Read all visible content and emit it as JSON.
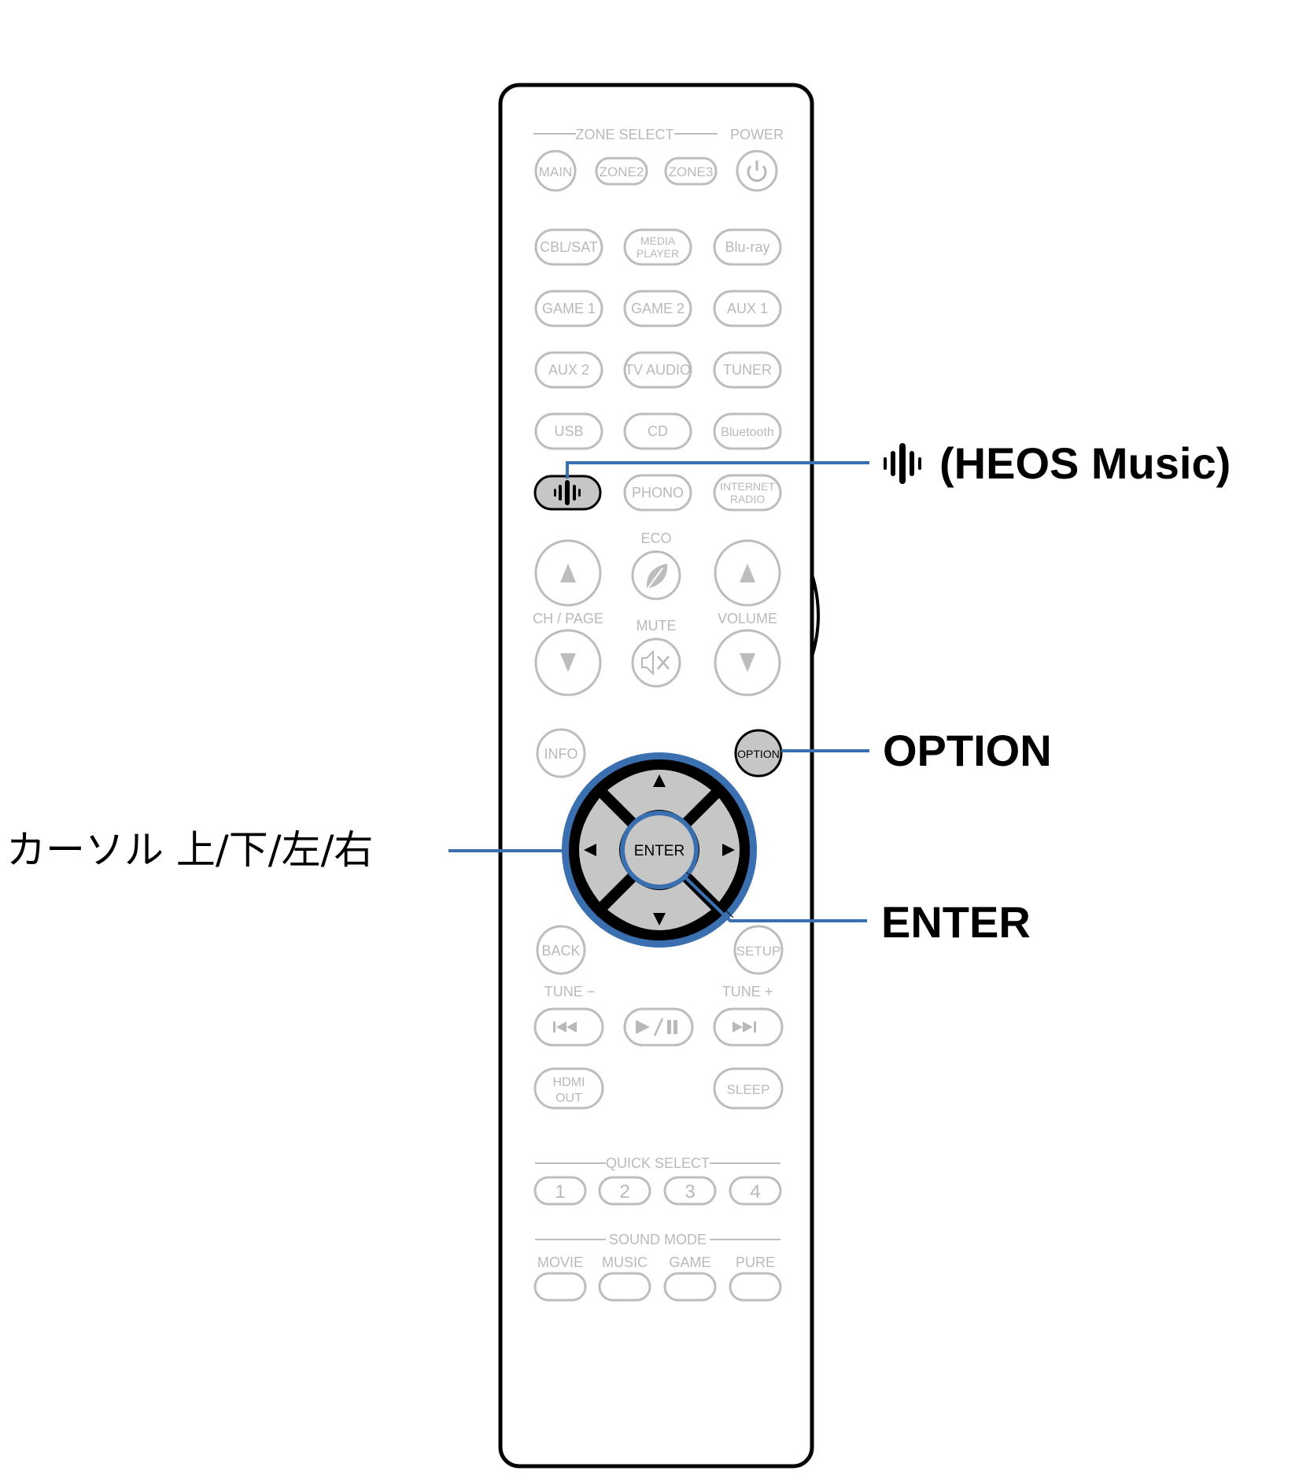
{
  "remote": {
    "zone_select_label": "ZONE SELECT",
    "power_label": "POWER",
    "zone_buttons": [
      "MAIN",
      "ZONE2",
      "ZONE3"
    ],
    "source_rows": [
      [
        "CBL/SAT",
        "MEDIA PLAYER",
        "Blu-ray"
      ],
      [
        "GAME 1",
        "GAME 2",
        "AUX 1"
      ],
      [
        "AUX 2",
        "TV AUDIO",
        "TUNER"
      ],
      [
        "USB",
        "CD",
        "Bluetooth"
      ],
      [
        "",
        "PHONO",
        "INTERNET RADIO"
      ]
    ],
    "eco_label": "ECO",
    "ch_page_label": "CH / PAGE",
    "mute_label": "MUTE",
    "volume_label": "VOLUME",
    "info_label": "INFO",
    "option_label": "OPTION",
    "enter_label": "ENTER",
    "back_label": "BACK",
    "setup_label": "SETUP",
    "tune_minus_label": "TUNE −",
    "tune_plus_label": "TUNE +",
    "hdmi_out_label": "HDMI OUT",
    "sleep_label": "SLEEP",
    "quick_select_label": "QUICK SELECT",
    "quick_buttons": [
      "1",
      "2",
      "3",
      "4"
    ],
    "sound_mode_label": "SOUND MODE",
    "sound_modes": [
      "MOVIE",
      "MUSIC",
      "GAME",
      "PURE"
    ]
  },
  "callouts": {
    "heos": "(HEOS Music)",
    "option": "OPTION",
    "enter": "ENTER",
    "cursor": "カーソル 上/下/左/右"
  },
  "colors": {
    "accent_blue": "#3a6fb0",
    "button_outline": "#bdbdbd",
    "highlight_fill": "#c6c6c6",
    "remote_outline": "#000000"
  },
  "icons": [
    "heos-icon",
    "power-icon",
    "eco-leaf-icon",
    "mute-icon",
    "skip-back-icon",
    "play-pause-icon",
    "skip-forward-icon",
    "triangle-up-icon",
    "triangle-down-icon",
    "triangle-left-icon",
    "triangle-right-icon"
  ]
}
